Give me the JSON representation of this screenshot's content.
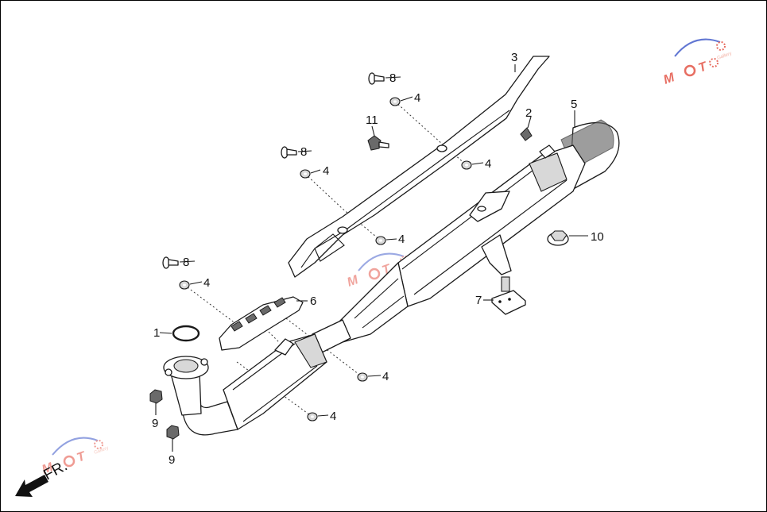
{
  "callouts": [
    "1",
    "2",
    "3",
    "4",
    "5",
    "6",
    "7",
    "8",
    "9",
    "10",
    "11"
  ],
  "labels": {
    "c1": "1",
    "c2": "2",
    "c3": "3",
    "c4a": "4",
    "c4b": "4",
    "c4c": "4",
    "c4d": "4",
    "c4e": "4",
    "c4f": "4",
    "c5": "5",
    "c6": "6",
    "c7": "7",
    "c8a": "8",
    "c8b": "8",
    "c8c": "8",
    "c9a": "9",
    "c9b": "9",
    "c10": "10",
    "c11": "11"
  },
  "direction_label": "FR.",
  "watermark": {
    "text_a": "M",
    "text_b": "T",
    "sub": "Gallery",
    "colors": {
      "accent": "#e24a3c",
      "swoosh": "#3a55c8",
      "gear": "#e24a3c"
    }
  }
}
